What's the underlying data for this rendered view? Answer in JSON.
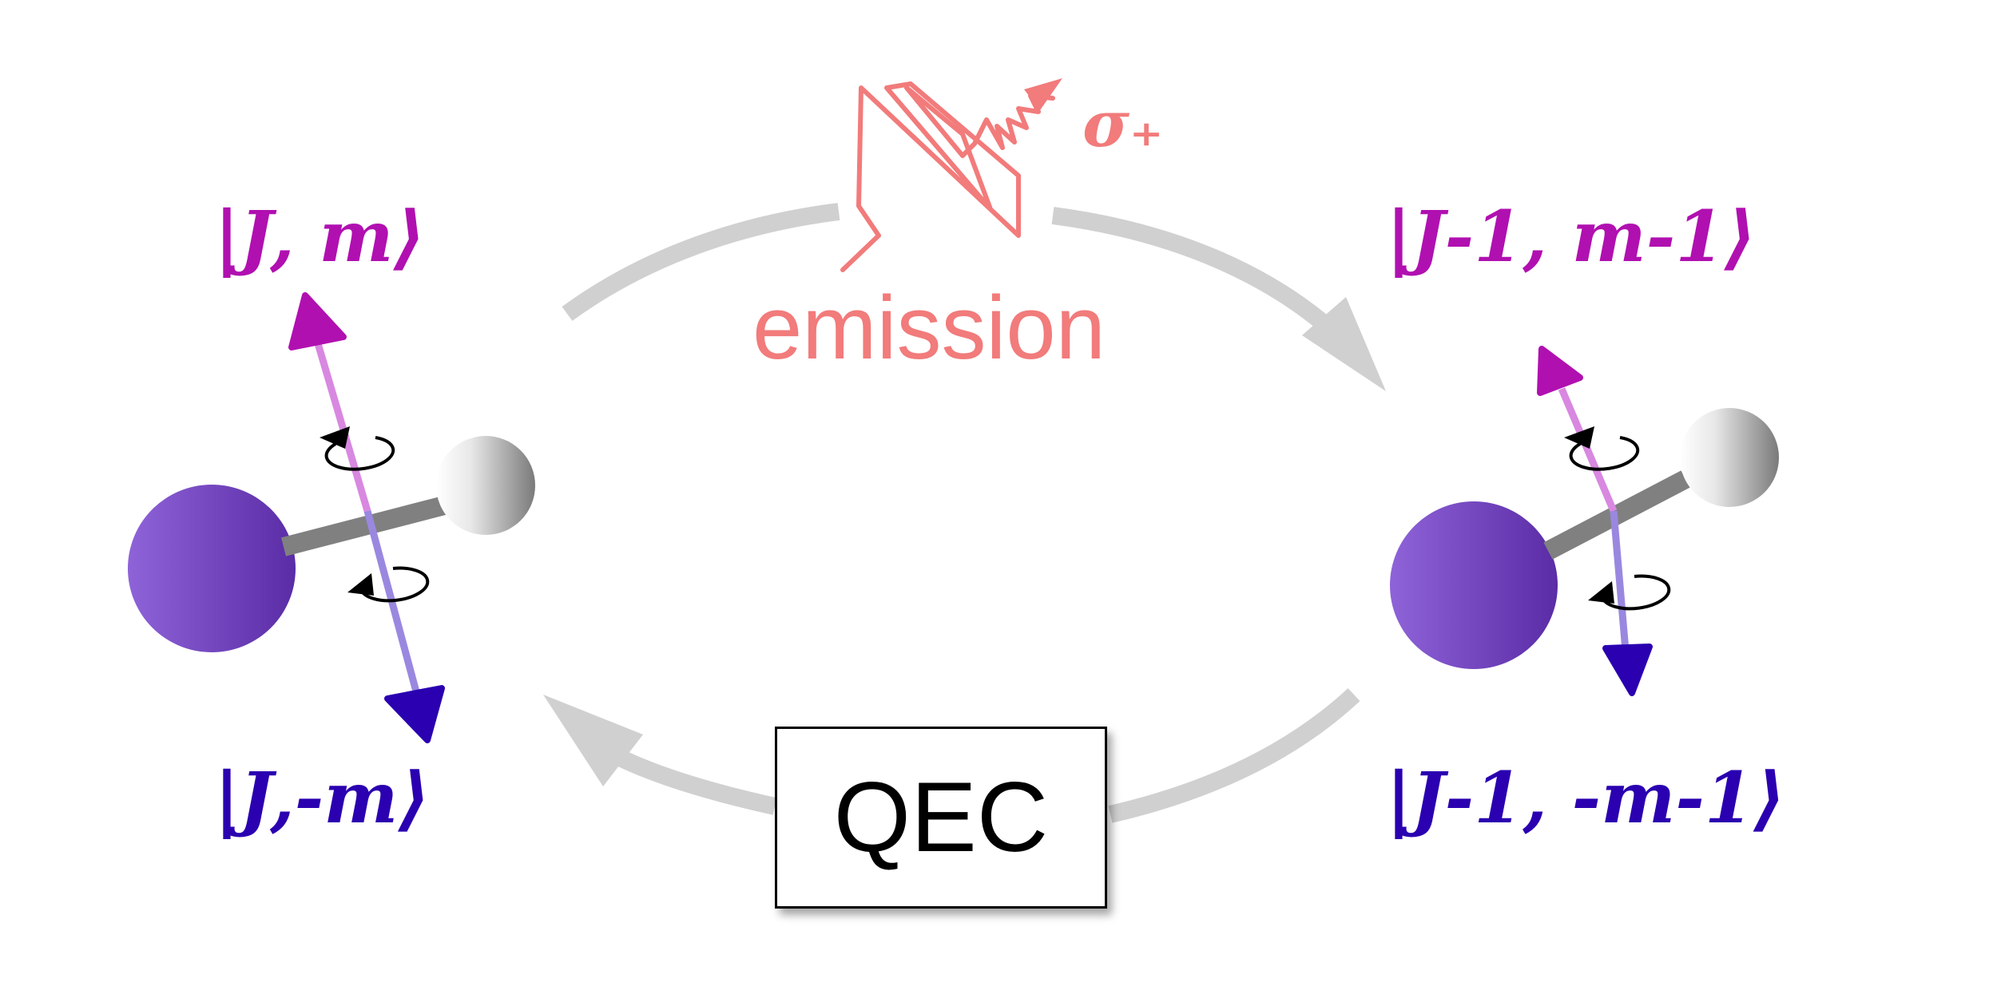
{
  "states": {
    "left_top": "|J, m⟩",
    "left_bottom": "|J,-m⟩",
    "right_top": "|J-1, m-1⟩",
    "right_bottom": "|J-1, -m-1⟩"
  },
  "process": {
    "emission_label": "emission",
    "polarization_label": "σ₊",
    "correction_label": "QEC"
  },
  "icons": {
    "photon": "wavy-photon-icon",
    "molecule_left": "diatomic-molecule-icon",
    "molecule_right": "diatomic-molecule-icon",
    "rotation": "rotation-arrow-icon"
  },
  "colors": {
    "magenta": "#b010b0",
    "indigo": "#2a00b0",
    "photon": "#f27b7b",
    "cycle_arrow": "#d0d0d0",
    "heavy_atom": "#6a3dc0",
    "light_atom": "#8a8a8a",
    "bond": "#808080"
  }
}
